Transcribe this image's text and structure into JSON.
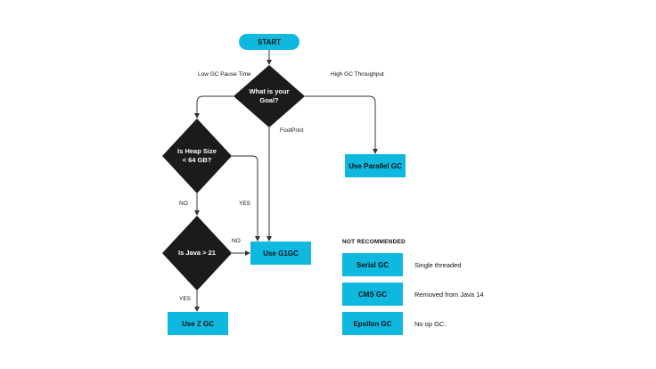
{
  "start": {
    "label": "START"
  },
  "goal": {
    "label": "What is your Goal?"
  },
  "heap": {
    "label": "Is Heap Size < 64 GB?"
  },
  "java": {
    "label": "Is Java > 21"
  },
  "edges": {
    "low_pause": "Low GC Pause Time",
    "high_throughput": "High GC Throughput",
    "footprint": "FootPrint",
    "heap_no": "NO",
    "heap_yes": "YES",
    "java_no": "NO",
    "java_yes": "YES"
  },
  "outcomes": {
    "parallel": "Use Parallel GC",
    "g1": "Use G1GC",
    "zgc": "Use Z GC"
  },
  "not_recommended": {
    "title": "NOT RECOMMENDED",
    "items": [
      {
        "name": "Serial GC",
        "note": "Single threaded"
      },
      {
        "name": "CMS GC",
        "note": "Removed from Java 14"
      },
      {
        "name": "Epsilon GC",
        "note": "No op GC."
      }
    ]
  },
  "colors": {
    "box": "#0fb8de",
    "diamond": "#1b1b1b",
    "line": "#333333"
  }
}
